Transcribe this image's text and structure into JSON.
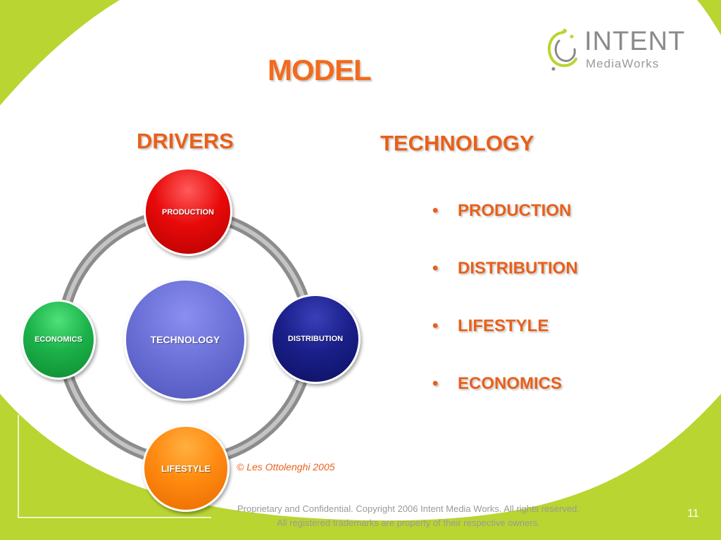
{
  "slide": {
    "title": "MODEL",
    "drivers_heading": "DRIVERS",
    "technology_heading": "TECHNOLOGY",
    "page_number": "11"
  },
  "logo": {
    "name": "INTENT",
    "subname": "MediaWorks"
  },
  "diagram": {
    "center": "TECHNOLOGY",
    "nodes": {
      "production": "PRODUCTION",
      "distribution": "DISTRIBUTION",
      "lifestyle": "LIFESTYLE",
      "economics": "ECONOMICS"
    },
    "credit": "© Les Ottolenghi 2005"
  },
  "bullets": [
    "PRODUCTION",
    "DISTRIBUTION",
    "LIFESTYLE",
    "ECONOMICS"
  ],
  "footer": {
    "line1": "Proprietary and Confidential. Copyright 2006 Intent Media Works. All rights reserved.",
    "line2": "All registered trademarks are property of their respective owners."
  },
  "colors": {
    "accent_orange": "#e8601b",
    "lime_green": "#b9d531",
    "production": "#e80a0a",
    "distribution": "#1a1f8a",
    "economics": "#1cb24a",
    "lifestyle": "#ff8a10",
    "technology": "#6a6fd6"
  }
}
